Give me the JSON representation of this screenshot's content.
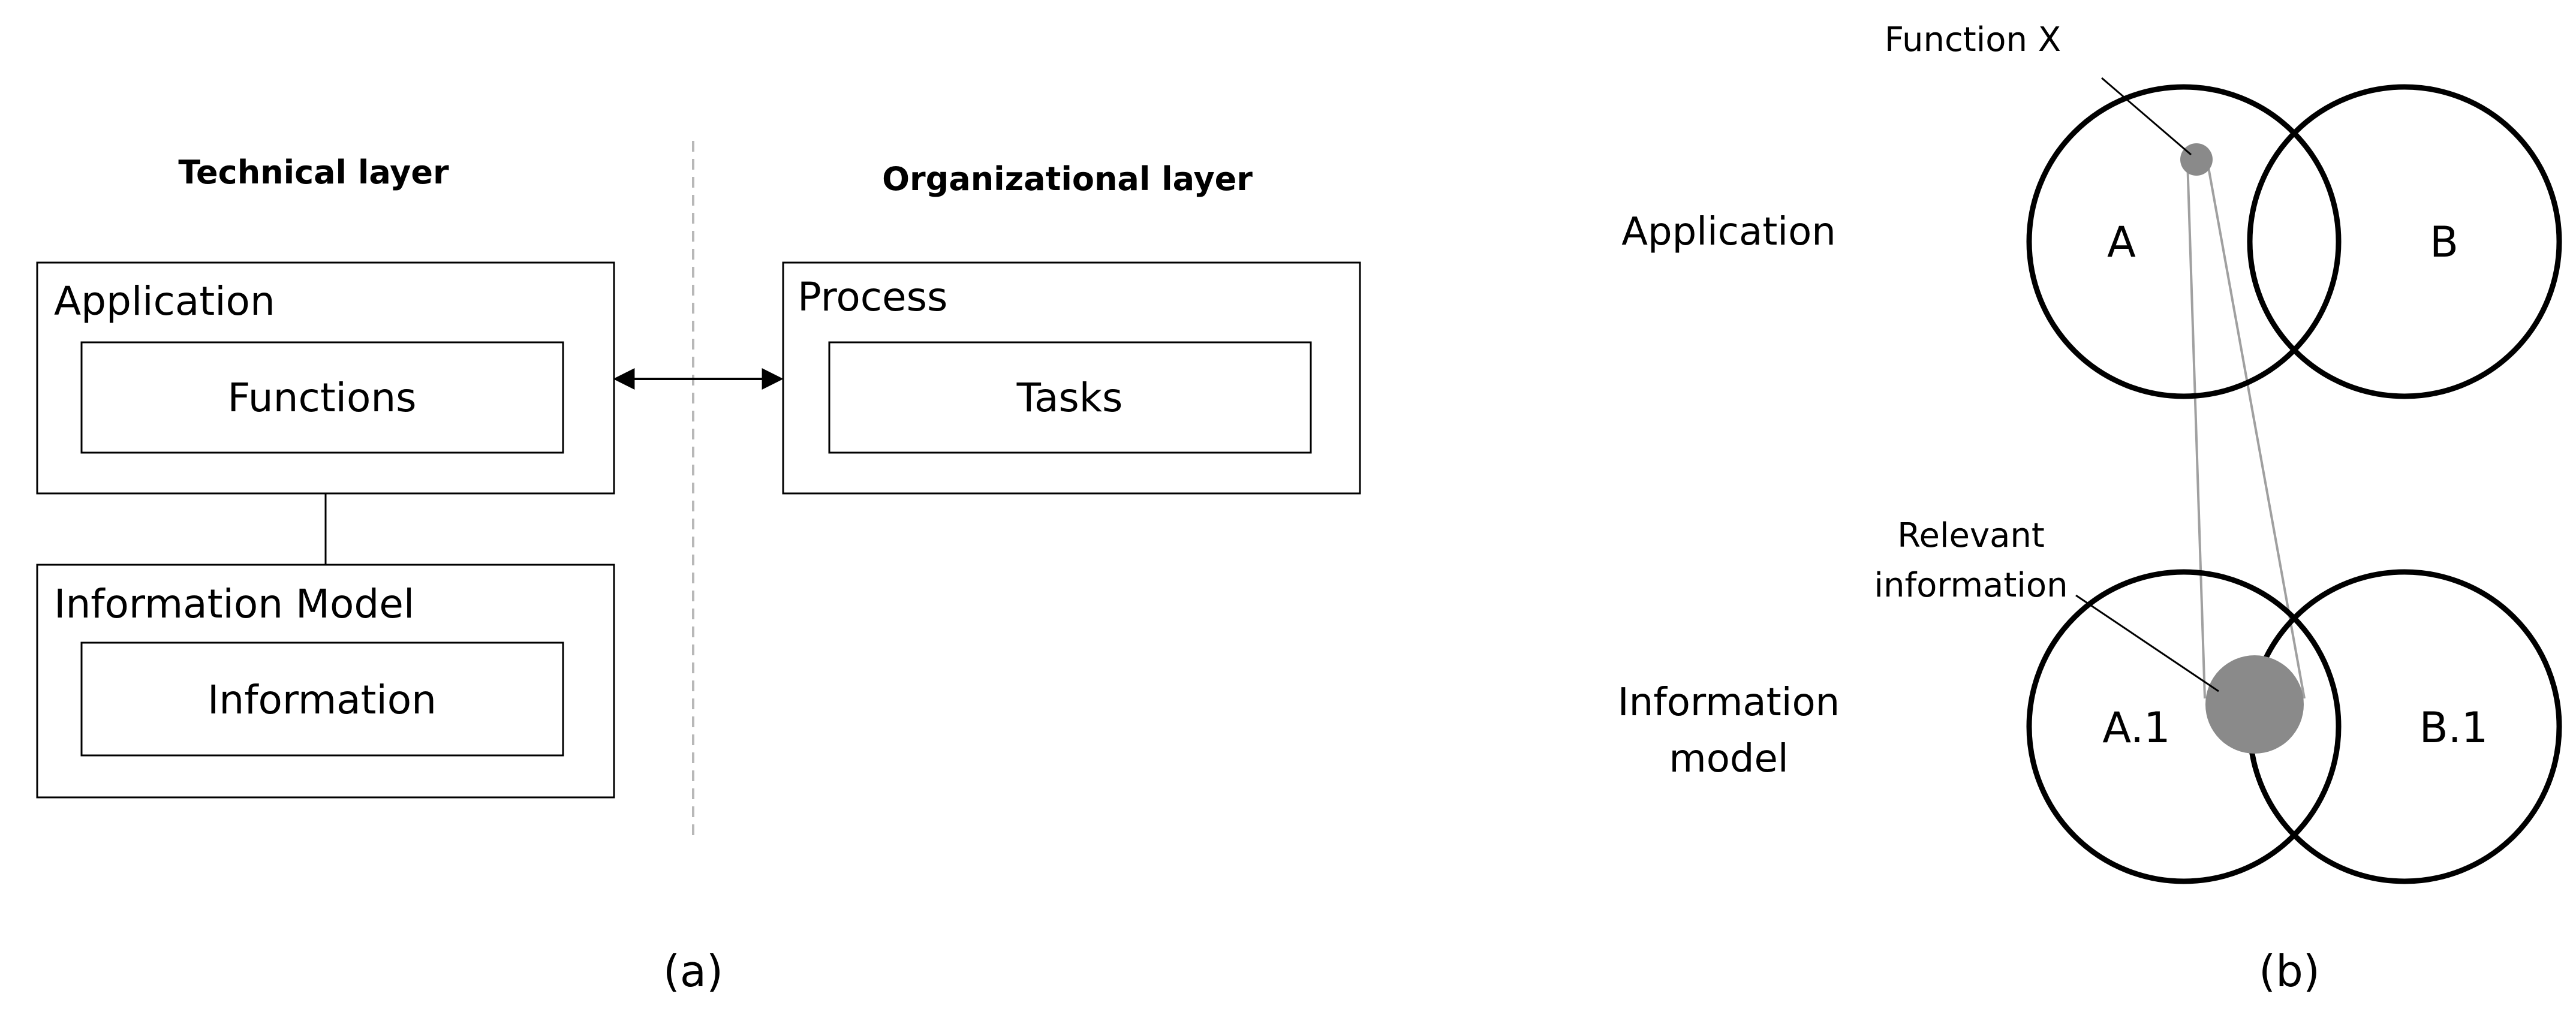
{
  "panel_a": {
    "technical_heading": "Technical layer",
    "organizational_heading": "Organizational layer",
    "application_box": {
      "title": "Application",
      "inner": "Functions"
    },
    "information_box": {
      "title": "Information Model",
      "inner": "Information"
    },
    "process_box": {
      "title": "Process",
      "inner": "Tasks"
    },
    "caption": "(a)"
  },
  "panel_b": {
    "row_application": "Application",
    "row_information_line1": "Information",
    "row_information_line2": "model",
    "circle_a": "A",
    "circle_b": "B",
    "circle_a1": "A.1",
    "circle_b1": "B.1",
    "callout_function": "Function X",
    "callout_relevant_line1": "Relevant",
    "callout_relevant_line2": "information",
    "highlight_color": "#8a8a8a",
    "connector_color": "#a0a0a0",
    "caption": "(b)"
  }
}
